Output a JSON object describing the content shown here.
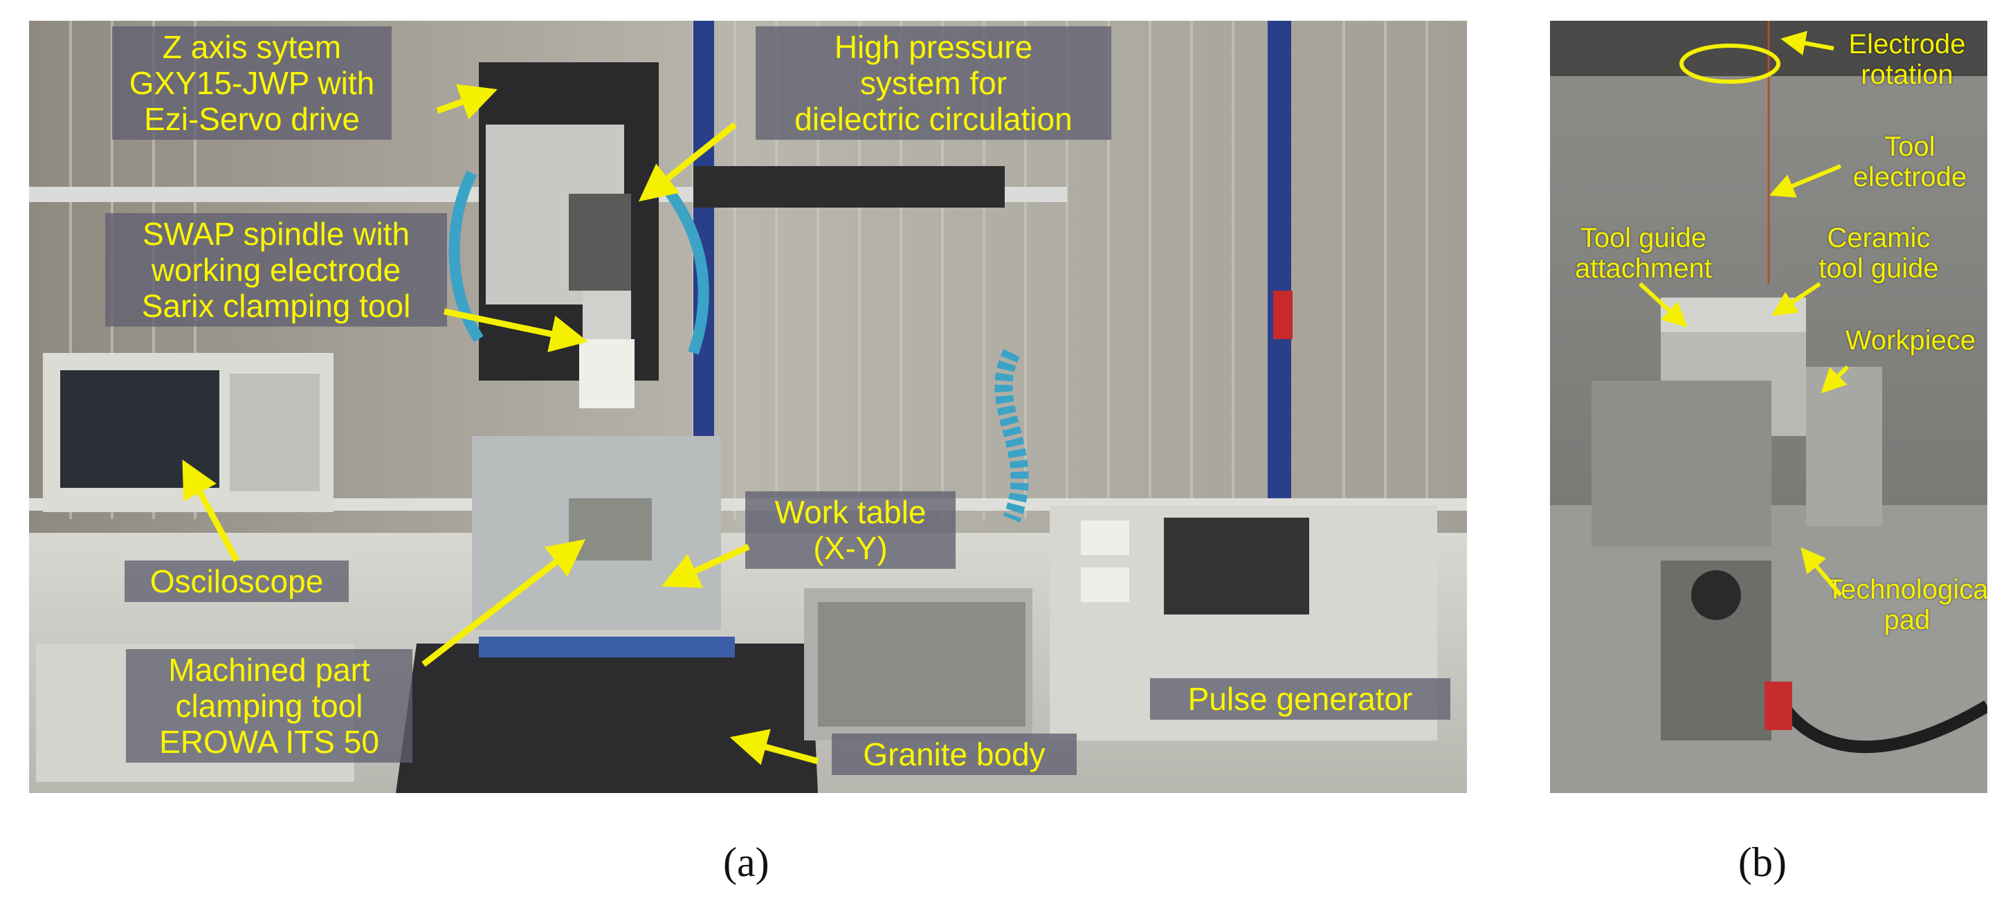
{
  "panel_a": {
    "caption": "(a)",
    "labels": {
      "z_axis": "Z axis sytem\nGXY15-JWP with\nEzi-Servo drive",
      "high_pressure": "High pressure\nsystem for\ndielectric circulation",
      "spindle": "SWAP spindle with\nworking electrode\nSarix clamping tool",
      "oscilloscope": "Osciloscope",
      "work_table": "Work table\n(X-Y)",
      "clamping": "Machined part\nclamping tool\nEROWA ITS 50",
      "granite": "Granite body",
      "pulse": "Pulse generator"
    }
  },
  "panel_b": {
    "caption": "(b)",
    "labels": {
      "rotation": "Electrode\nrotation",
      "tool_electrode": "Tool\nelectrode",
      "guide_attachment": "Tool guide\nattachment",
      "ceramic_guide": "Ceramic\ntool guide",
      "workpiece": "Workpiece",
      "pad": "Technological\npad"
    }
  },
  "colors": {
    "label_text": "#fbf600",
    "arrow": "#f5f000"
  }
}
